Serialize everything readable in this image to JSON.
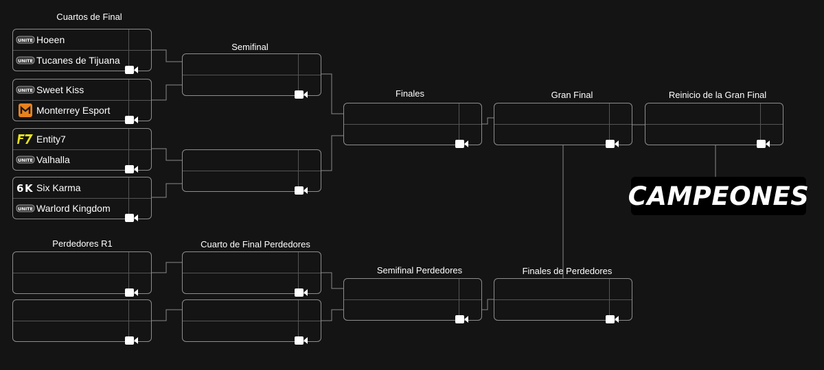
{
  "rounds": {
    "quarterfinals": "Cuartos de Final",
    "semifinal": "Semifinal",
    "finals": "Finales",
    "grand_final": "Gran Final",
    "grand_final_reset": "Reinicio de la Gran Final",
    "losers_r1": "Perdedores R1",
    "losers_qf": "Cuarto de Final Perdedores",
    "losers_sf": "Semifinal Perdedores",
    "losers_finals": "Finales de Perdedores"
  },
  "quarterfinals": [
    {
      "top": {
        "team": "Hoeen",
        "logo": "pokemon-unite-logo"
      },
      "bottom": {
        "team": "Tucanes de Tijuana",
        "logo": "pokemon-unite-logo"
      }
    },
    {
      "top": {
        "team": "Sweet Kiss",
        "logo": "pokemon-unite-logo"
      },
      "bottom": {
        "team": "Monterrey Esport",
        "logo": "monterrey-esport-logo"
      }
    },
    {
      "top": {
        "team": "Entity7",
        "logo": "entity7-logo"
      },
      "bottom": {
        "team": "Valhalla",
        "logo": "pokemon-unite-logo"
      }
    },
    {
      "top": {
        "team": "Six Karma",
        "logo": "six-karma-logo"
      },
      "bottom": {
        "team": "Warlord Kingdom",
        "logo": "pokemon-unite-logo"
      }
    }
  ],
  "champion_label": "CAMPEONES",
  "colors": {
    "background": "#141414",
    "border": "#8e8e8e",
    "divider": "#555555",
    "entity7_yellow": "#e8e21c",
    "monterrey_orange": "#e8821e",
    "six_karma_white": "#ffffff"
  },
  "icons": {
    "stream": "video-camera-icon"
  }
}
